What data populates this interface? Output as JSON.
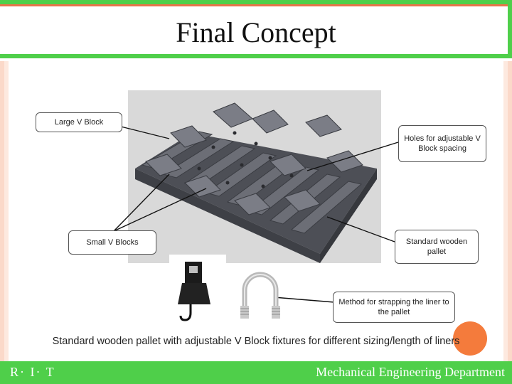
{
  "slide": {
    "title": "Final Concept",
    "caption": "Standard wooden pallet with adjustable V Block fixtures for different sizing/length of liners"
  },
  "callouts": {
    "large_v_block": "Large V Block",
    "holes": "Holes for adjustable V Block spacing",
    "small_v_blocks": "Small V Blocks",
    "standard_pallet": "Standard wooden pallet",
    "strapping_method": "Method for strapping the liner to the pallet"
  },
  "footer": {
    "left_logo": "R· I· T",
    "right_text": "Mechanical Engineering Department"
  },
  "colors": {
    "accent_green": "#4fcf4a",
    "accent_orange": "#f47b3c",
    "title_border": "#e8734a",
    "pallet_gray": "#5f6169"
  },
  "icons": [
    "pallet-render-image",
    "ratchet-strap-image",
    "u-bolt-image"
  ]
}
